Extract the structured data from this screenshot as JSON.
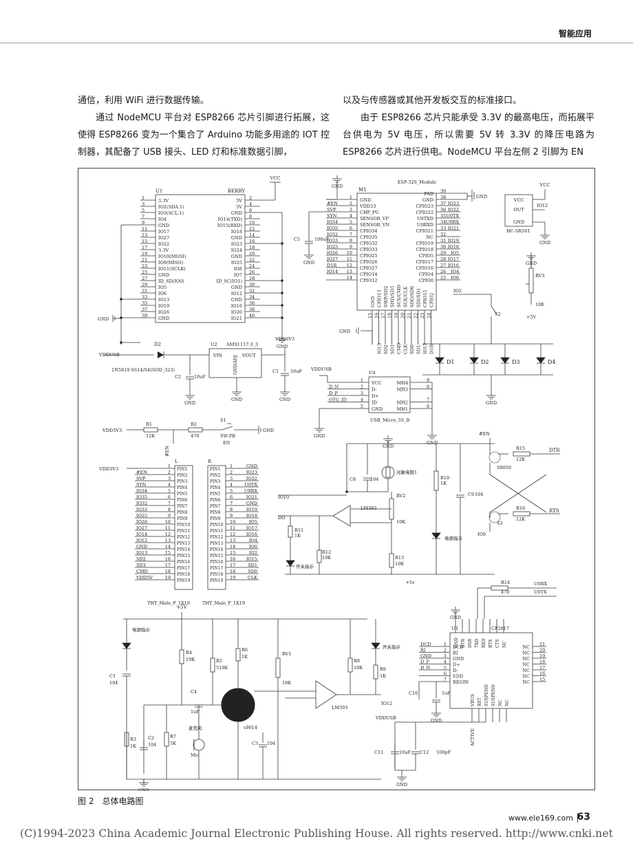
{
  "header": {
    "section": "智能应用"
  },
  "body_text": {
    "left_col": [
      "通信，利用 WiFi 进行数据传输。",
      "通过 NodeMCU 平台对 ESP8266 芯片引脚进行拓展，这使得 ESP8266 变为一个集合了 Arduino 功能多用途的 IOT 控制器，其配备了 USB 接头、LED 灯和标准数据引脚，"
    ],
    "right_col": [
      "以及与传感器或其他开发板交互的标准接口。",
      "由于 ESP8266 芯片只能承受 3.3V 的最高电压，而拓展平台供电为 5V 电压，所以需要 5V 转 3.3V 的降压电路为 ESP8266 芯片进行供电。NodeMCU 平台左侧 2 引脚为 EN"
    ]
  },
  "schematic": {
    "u1": {
      "ref": "U1",
      "name": "BERRY",
      "left_pins": [
        "1",
        "3",
        "5",
        "7",
        "9",
        "11",
        "13",
        "15",
        "17",
        "19",
        "21",
        "23",
        "25",
        "27",
        "29",
        "31",
        "33",
        "35",
        "37",
        "39"
      ],
      "left_labels": [
        "3.3V",
        "IO2(SDA.1)",
        "IO3(SCL.1)",
        "IO4",
        "GND",
        "IO17",
        "IO27",
        "IO22",
        "3.3V",
        "IO10(MOSI)",
        "IO9(MISO)",
        "IO11(SCLK)",
        "GND",
        "ID_SD(IO0)",
        "IO5",
        "IO6",
        "IO13",
        "IO19",
        "IO26",
        "GND"
      ],
      "right_pins": [
        "2",
        "4",
        "6",
        "8",
        "10",
        "12",
        "14",
        "16",
        "18",
        "20",
        "22",
        "24",
        "26",
        "28",
        "30",
        "32",
        "34",
        "36",
        "38",
        "40"
      ],
      "right_labels": [
        "5V",
        "5V",
        "GND",
        "IO14(TXD)",
        "IO15(RXD)",
        "IO18",
        "GND",
        "IO23",
        "IO24",
        "GND",
        "IO25",
        "IO8",
        "IO7",
        "ID_SC(IO1)",
        "GND",
        "IO12",
        "GND",
        "IO16",
        "IO20",
        "IO21"
      ]
    },
    "m1": {
      "ref": "M1",
      "name": "ESP-32S_Module",
      "left_nets": [
        "",
        "#EN",
        "SVP",
        "SYN",
        "IO34",
        "IO35",
        "IO32",
        "IO33",
        "IO25",
        "IO26",
        "IO27",
        "D1R",
        "IO14"
      ],
      "left_pins": [
        "1",
        "2",
        "3",
        "4",
        "5",
        "6",
        "7",
        "8",
        "9",
        "10",
        "11",
        "12",
        "13",
        "14"
      ],
      "left_labels": [
        "GND",
        "VDD33",
        "CHP_PU",
        "SENSOR_VP",
        "SENSOR_VN",
        "CPIO34",
        "CPIO35",
        "CPIO32",
        "CPIO33",
        "CPIO25",
        "CPIO26",
        "CPIO27",
        "CPIO14",
        "CPIO12"
      ],
      "right_pins": [
        "39",
        "38",
        "37",
        "36",
        "35",
        "34",
        "33",
        "32",
        "31",
        "30",
        "29",
        "28",
        "27",
        "26",
        "25"
      ],
      "right_labels": [
        "PAD",
        "GND",
        "CPIO23",
        "CPIO22",
        "U0TXD",
        "U0RXD",
        "CPIO21",
        "NC",
        "CPIO19",
        "CPIO18",
        "CPIO5",
        "CPIO17",
        "CPIO16",
        "CPIO4",
        "CPIO0"
      ],
      "right_nets": [
        "",
        "",
        "IO23",
        "IO22",
        "U0TX",
        "U0RX",
        "IO21",
        "",
        "IO19",
        "IO18",
        "IO5",
        "IO17",
        "IO16",
        "IO4",
        "IO0"
      ],
      "bottom_labels": [
        "GND",
        "CPIO13",
        "SWP/SD2",
        "SHD/SD3",
        "SCS/CMD",
        "SCK/CLK",
        "SDO/SD0",
        "SDI/SD1",
        "CPIO15",
        "CPIO2"
      ],
      "bottom_pins": [
        "15",
        "16",
        "17",
        "18",
        "19",
        "20",
        "21",
        "22",
        "23",
        "24"
      ],
      "bottom_nets": [
        "",
        "IO13",
        "SD2",
        "SD3",
        "CMD",
        "CLK",
        "SD0",
        "SD1",
        "IO15",
        "D1R"
      ]
    },
    "hcsr501": {
      "name": "HC-SR501",
      "pins": [
        "VCC",
        "OUT",
        "GND"
      ],
      "net": "IO12"
    },
    "rv3": {
      "ref": "RV3",
      "value": "10K"
    },
    "s2": {
      "ref": "S2"
    },
    "leds": [
      "D1",
      "D2",
      "D3",
      "D4"
    ],
    "supply": {
      "d2": "D2",
      "d2_part": "1N5819 SS14/S4(SOD_323)",
      "u2": "U2",
      "u2_part": "AMS1117-3_3",
      "u2_pins": [
        "VIN",
        "VOUT",
        "GND/ADJ"
      ],
      "c2": "C2",
      "c2_value": "10uF",
      "c1": "C1",
      "c1_value": "10uF",
      "vdd3v3": "VDD3V3",
      "vddusb": "VDDUSB"
    },
    "u4": {
      "ref": "U4",
      "name": "USB_Micro_5S_B",
      "left_nets": [
        "D_N",
        "D_P",
        "OTG_ID"
      ],
      "left_pins": [
        "1",
        "2",
        "3",
        "4",
        "5"
      ],
      "left_labels": [
        "VCC",
        "D-",
        "D+",
        "ID",
        "GND"
      ],
      "right_labels": [
        "MH4",
        "MH3",
        "",
        "MH2",
        "MH1"
      ],
      "right_pins": [
        "9",
        "8",
        "7",
        "6"
      ]
    },
    "reset": {
      "r1": "R1",
      "r1_value": "12K",
      "r2": "R2",
      "r2_value": "470",
      "s1": "S1",
      "s1_part": "SW-PB",
      "net": "EN",
      "net2": "#EN"
    },
    "headers": {
      "left_ref": "L",
      "right_ref": "R",
      "part": "THT_Male_P_1X19",
      "left_nets": [
        "#EN",
        "SVP",
        "SYN",
        "IO34",
        "IO35",
        "IO32",
        "IO33",
        "IO25",
        "IO26",
        "IO27",
        "IO14",
        "IO12",
        "GND",
        "IO13",
        "SD2",
        "SD3",
        "CMD",
        "VDD5V"
      ],
      "right_nets": [
        "GND",
        "IO23",
        "IO22",
        "U0TX",
        "U0RX",
        "IO21",
        "GND",
        "IO19",
        "IO18",
        "IO5",
        "IO17",
        "IO16",
        "IO4",
        "IO0",
        "IO2",
        "IO15",
        "SD1",
        "SD0",
        "CLK"
      ]
    },
    "light_sensor": {
      "c8": "C8",
      "c8_value": "104",
      "ldr": "光敏电阻1",
      "r10": "R10",
      "r10_value": "1K",
      "rv2": "RV2",
      "rv2_value": "10K",
      "comp": "LM393",
      "c9": "C9",
      "c9_value": "104",
      "r11": "R11",
      "r11_value": "1K",
      "r12": "R12",
      "r12_value": "10K",
      "r13": "R13",
      "r13_value": "10K",
      "led_switch": "开关指示",
      "led_power": "电源指示",
      "net_io": "IO10",
      "net_do": "DO",
      "net_5v": "+5v"
    },
    "autoreset": {
      "r15": "R15",
      "r15_value": "12K",
      "r16": "R16",
      "r16_value": "12K",
      "q1": "S8050",
      "q2": "S3",
      "dtr": "DTR",
      "rts": "RTS",
      "en": "#EN",
      "io0": "IO0"
    },
    "sound": {
      "net_5v": "+5V",
      "led_power": "电源指示",
      "c1": "C1",
      "c1_value": "104",
      "r4": "R4",
      "r4_value": "10K",
      "r5": "R5",
      "r5_value": "510K",
      "r6": "R6",
      "r6_value": "1K",
      "rv1": "RV1",
      "rv1_value": "10K",
      "r8": "R8",
      "r8_value": "10K",
      "r9": "R9",
      "r9_value": "1K",
      "led_switch": "开关指示",
      "c4": "C4",
      "c4_value": "1uF",
      "q": "s9014",
      "comp": "LM393",
      "io": "IO12",
      "mic_cn": "麦克风",
      "mic": "Mic",
      "r3": "R3",
      "r3_value": "1K",
      "c2": "C2",
      "c2_value": "104",
      "r7": "R7",
      "r7_value": "5K",
      "c3": "C3",
      "c3_value": "104",
      "gnd": "GND"
    },
    "cp2017": {
      "ref": "U3",
      "name": "CP2017",
      "r14": "R14",
      "r14_value": "470",
      "u0rx": "U0RX",
      "u0tx": "U0TX",
      "top_pins": [
        "GND",
        "DTR",
        "DSR",
        "TXD",
        "RXD",
        "RTS",
        "CTS",
        "NC"
      ],
      "left_nets": [
        "DCD",
        "RI",
        "GND",
        "D_P",
        "D_N",
        "",
        ""
      ],
      "left_pins": [
        "1",
        "2",
        "3",
        "4",
        "5",
        "6",
        "7"
      ],
      "left_labels": [
        "DCD",
        "RI",
        "GND",
        "D+",
        "D-",
        "VDD",
        "REGIN"
      ],
      "right_pins": [
        "21",
        "20",
        "19",
        "18",
        "17",
        "16",
        "15"
      ],
      "right_labels": [
        "NC",
        "NC",
        "NC",
        "NC",
        "NC",
        "NC",
        "NC"
      ],
      "bottom_labels": [
        "VBUS",
        "RST",
        "SUSPEND",
        "SUSPEND",
        "NC",
        "NC"
      ],
      "c10": "C10",
      "c10_value": "1uF",
      "c11": "C11",
      "c11_value": "10uF",
      "c12": "C12",
      "c12_value": "100pF",
      "vddusb": "VDDUSB",
      "active": "ACTIVE",
      "gnd": "GND"
    },
    "common": {
      "gnd": "GND",
      "vcc": "VCC",
      "plus5v": "+5V"
    }
  },
  "figure_caption": "图 2　总体电路图",
  "footer": {
    "url": "www.ele169.com",
    "page": "63"
  },
  "copyright": "(C)1994-2023 China Academic Journal Electronic Publishing House. All rights reserved.    http://www.cnki.net"
}
